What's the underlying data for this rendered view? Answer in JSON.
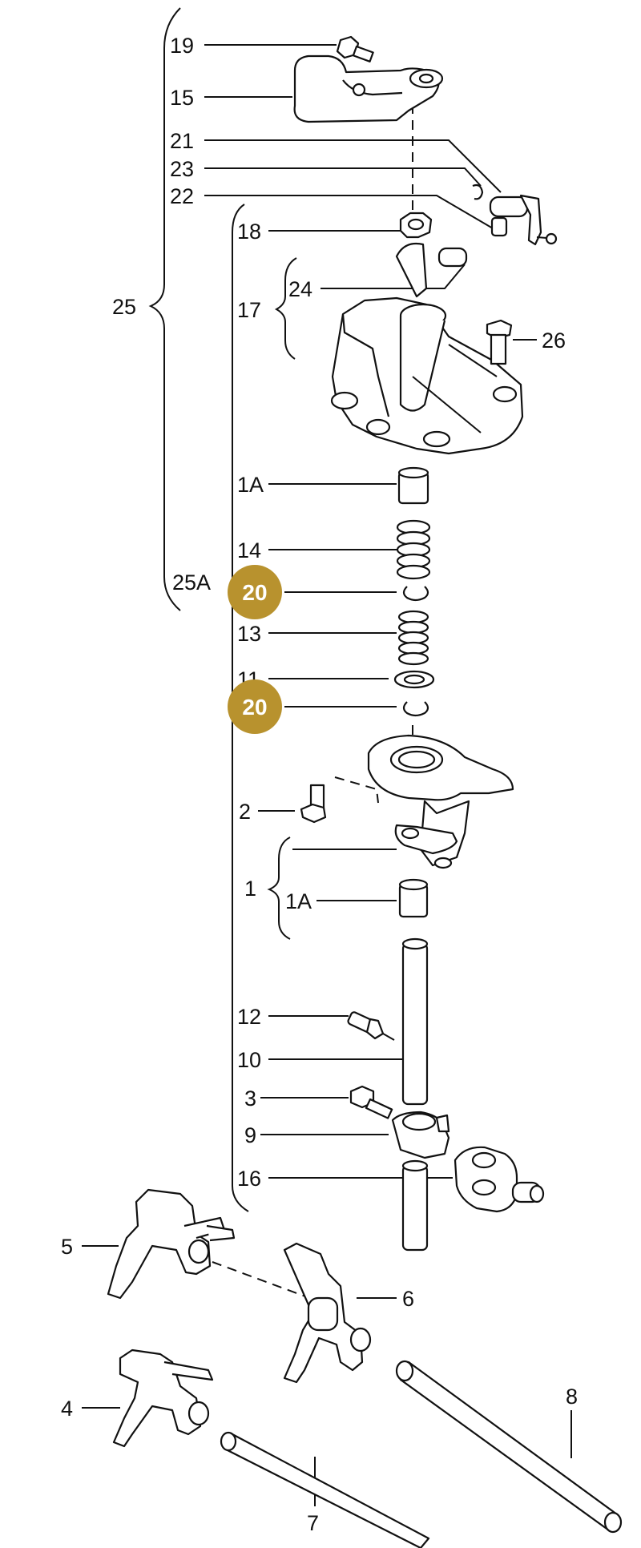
{
  "colors": {
    "badge": "#b8922e",
    "ink": "#111111",
    "background": "#ffffff"
  },
  "labels": {
    "p19": "19",
    "p15": "15",
    "p21": "21",
    "p23": "23",
    "p22": "22",
    "p18": "18",
    "p24": "24",
    "p17": "17",
    "p25": "25",
    "p26": "26",
    "p1a_top": "1A",
    "p14": "14",
    "p25a": "25A",
    "p13": "13",
    "p11": "11",
    "p2": "2",
    "p1": "1",
    "p1a_bottom": "1A",
    "p12": "12",
    "p10": "10",
    "p3": "3",
    "p9": "9",
    "p16": "16",
    "p5": "5",
    "p6": "6",
    "p4": "4",
    "p8": "8",
    "p7": "7"
  },
  "badges": {
    "first": "20",
    "second": "20"
  }
}
